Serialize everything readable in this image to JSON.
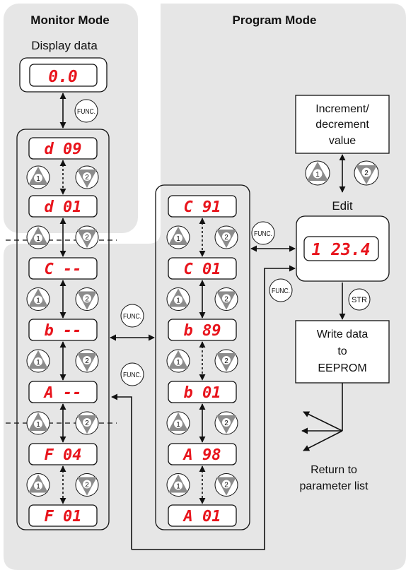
{
  "monitor": {
    "title": "Monitor Mode",
    "subtitle": "Display data",
    "display": "0.0",
    "params": [
      "d 09",
      "d 01",
      "C --",
      "b --",
      "A --",
      "F 04",
      "F 01"
    ]
  },
  "program": {
    "title": "Program Mode",
    "params": [
      "C 91",
      "C 01",
      "b 89",
      "b 01",
      "A 98",
      "A 01"
    ]
  },
  "edit_label": "Edit",
  "edit_display": "1 23.4",
  "increment_box": [
    "Increment/",
    "decrement",
    "value"
  ],
  "write_box": [
    "Write data",
    "to",
    "EEPROM"
  ],
  "return_text": [
    "Return to",
    "parameter list"
  ],
  "keys": {
    "func": "FUNC.",
    "up": "1",
    "down": "2",
    "store": "STR"
  },
  "colors": {
    "display_red": "#e8141c",
    "region_gray": "#e6e6e6",
    "key_gray": "#8c8c8c"
  }
}
